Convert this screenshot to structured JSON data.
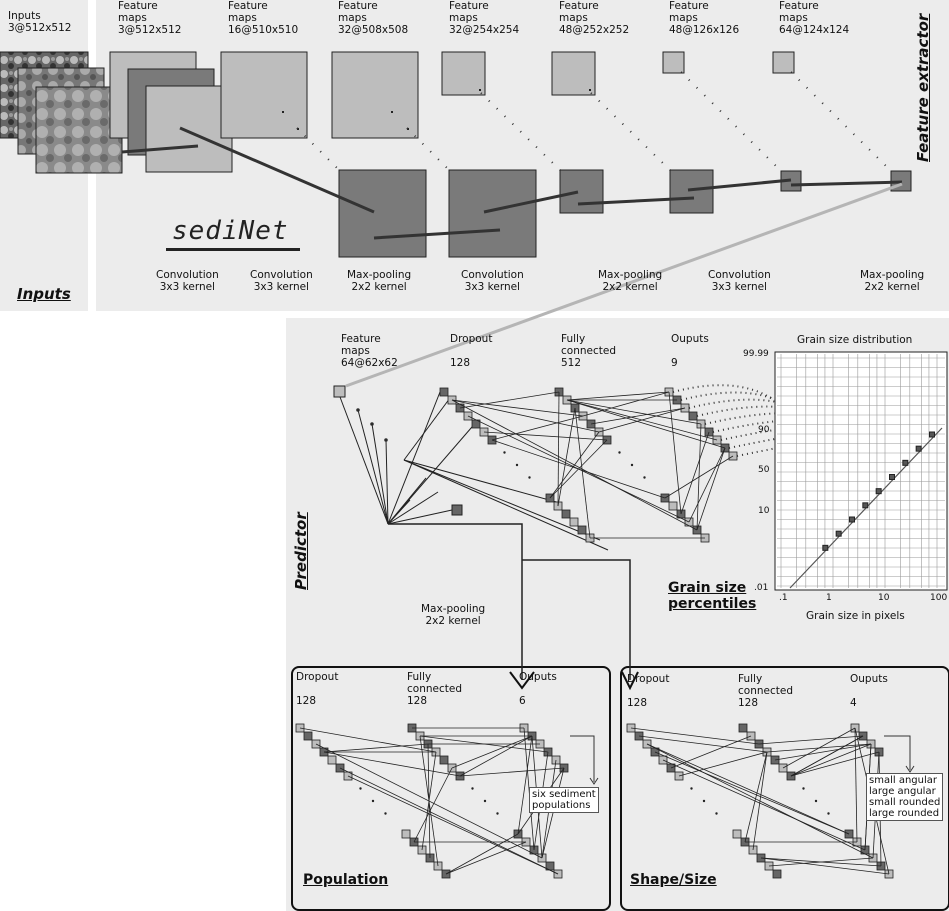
{
  "title_feature_extractor": "Feature extractor",
  "title_inputs": "Inputs",
  "title_predictor": "Predictor",
  "logo": "sediNet",
  "top_headers": [
    {
      "line1": "Inputs",
      "line2": "3@512x512"
    },
    {
      "line1": "Feature",
      "line2": "maps",
      "line3": "3@512x512"
    },
    {
      "line1": "Feature",
      "line2": "maps",
      "line3": "16@510x510"
    },
    {
      "line1": "Feature",
      "line2": "maps",
      "line3": "32@508x508"
    },
    {
      "line1": "Feature",
      "line2": "maps",
      "line3": "32@254x254"
    },
    {
      "line1": "Feature",
      "line2": "maps",
      "line3": "48@252x252"
    },
    {
      "line1": "Feature",
      "line2": "maps",
      "line3": "48@126x126"
    },
    {
      "line1": "Feature",
      "line2": "maps",
      "line3": "64@124x124"
    }
  ],
  "top_ops": [
    {
      "line1": "Convolution",
      "line2": "3x3 kernel"
    },
    {
      "line1": "Convolution",
      "line2": "3x3 kernel"
    },
    {
      "line1": "Max-pooling",
      "line2": "2x2 kernel"
    },
    {
      "line1": "Convolution",
      "line2": "3x3 kernel"
    },
    {
      "line1": "Max-pooling",
      "line2": "2x2 kernel"
    },
    {
      "line1": "Convolution",
      "line2": "3x3 kernel"
    },
    {
      "line1": "Max-pooling",
      "line2": "2x2 kernel"
    }
  ],
  "predictor_headers": [
    {
      "line1": "Feature",
      "line2": "maps",
      "line3": "64@62x62"
    },
    {
      "line1": "Dropout",
      "line2": "",
      "line3": "128"
    },
    {
      "line1": "Fully",
      "line2": "connected",
      "line3": "512"
    },
    {
      "line1": "Ouputs",
      "line2": "",
      "line3": "9"
    }
  ],
  "predictor_maxpool": {
    "line1": "Max-pooling",
    "line2": "2x2 kernel"
  },
  "grain_chart": {
    "title": "Grain size distribution",
    "y_ticks": [
      "99.99",
      "90",
      "50",
      "10",
      ".01"
    ],
    "x_ticks": [
      ".1",
      "1",
      "10",
      "100"
    ],
    "xlabel": "Grain size in pixels",
    "caption_line1": "Grain size",
    "caption_line2": "percentiles"
  },
  "population_box": {
    "headers": [
      {
        "line1": "Dropout",
        "line2": "",
        "line3": "128"
      },
      {
        "line1": "Fully",
        "line2": "connected",
        "line3": "128"
      },
      {
        "line1": "Ouputs",
        "line2": "",
        "line3": "6"
      }
    ],
    "tag_line1": "six sediment",
    "tag_line2": "populations",
    "title": "Population"
  },
  "shape_box": {
    "headers": [
      {
        "line1": "Dropout",
        "line2": "",
        "line3": "128"
      },
      {
        "line1": "Fully",
        "line2": "connected",
        "line3": "128"
      },
      {
        "line1": "Ouputs",
        "line2": "",
        "line3": "4"
      }
    ],
    "tag_lines": [
      "small angular",
      "large angular",
      "small rounded",
      "large rounded"
    ],
    "title": "Shape/Size"
  }
}
